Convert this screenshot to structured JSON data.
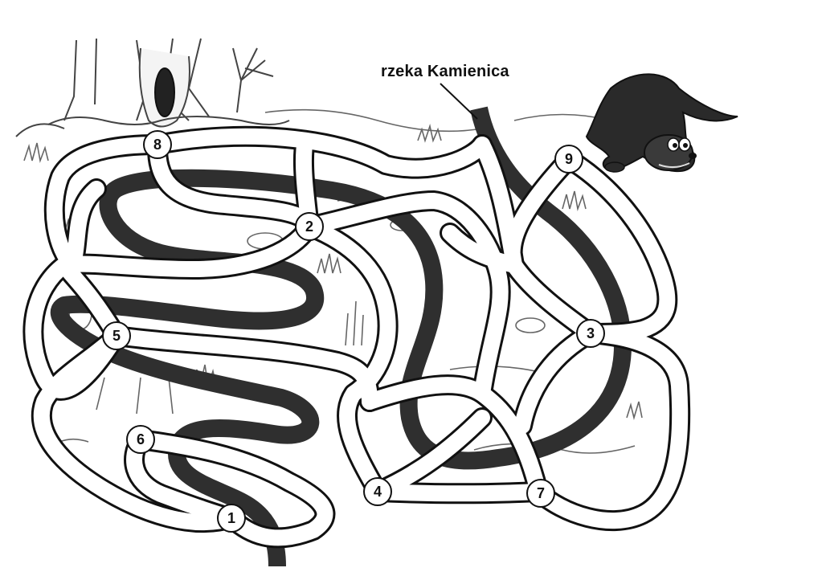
{
  "river": {
    "label": "rzeka Kamienica"
  },
  "checkpoints": [
    {
      "label": "1"
    },
    {
      "label": "2"
    },
    {
      "label": "3"
    },
    {
      "label": "4"
    },
    {
      "label": "5"
    },
    {
      "label": "6"
    },
    {
      "label": "7"
    },
    {
      "label": "8"
    },
    {
      "label": "9"
    }
  ],
  "colors": {
    "river": "#2f2f2f",
    "path_outline": "#111111",
    "path_fill": "#ffffff",
    "sketch": "#555555"
  },
  "icons": [
    "tree-illustration",
    "grass-illustration",
    "otter-illustration"
  ]
}
